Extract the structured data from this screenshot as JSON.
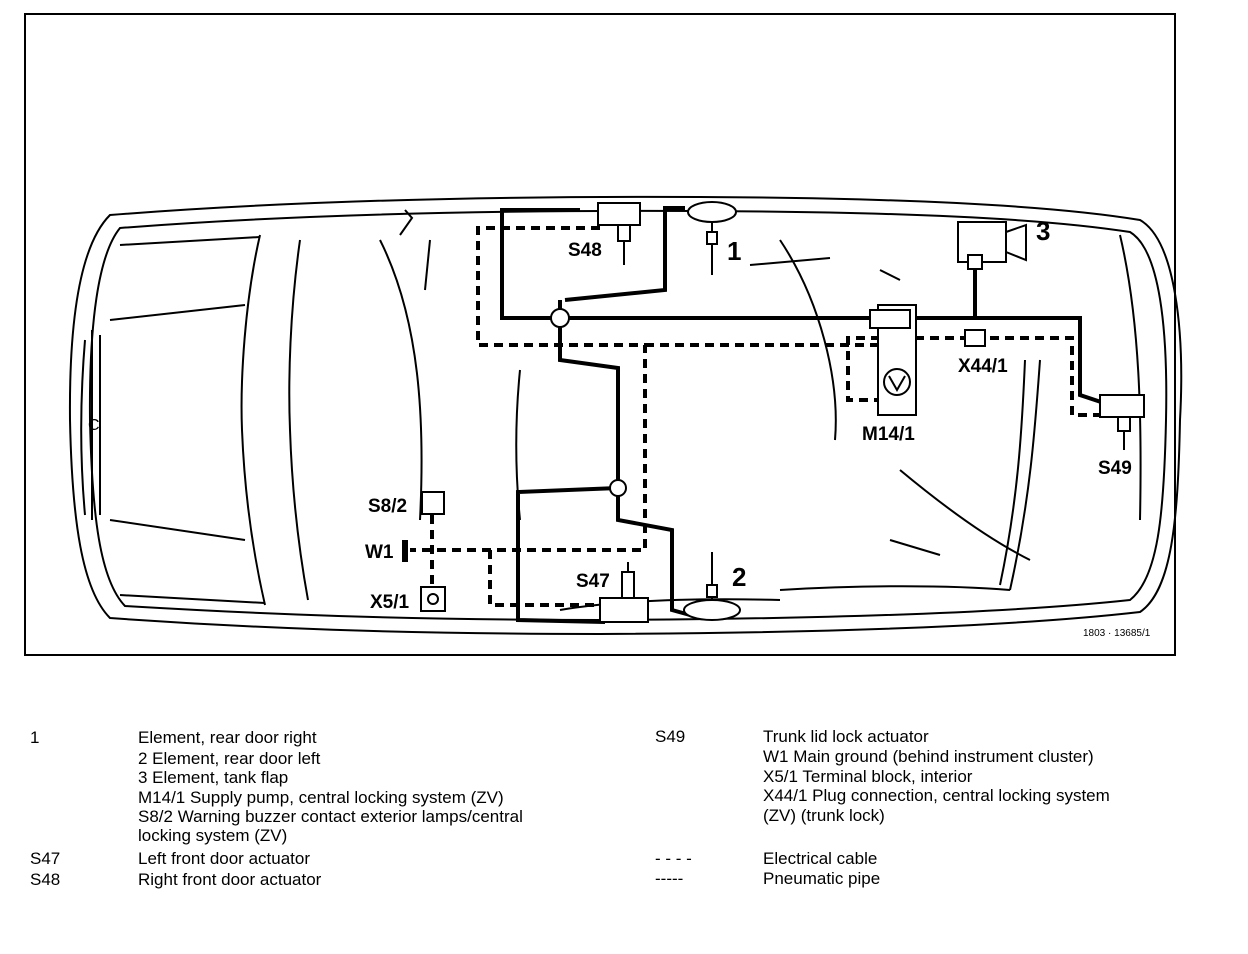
{
  "diagram": {
    "callouts": {
      "c1": "1",
      "c2": "2",
      "c3": "3",
      "s47": "S47",
      "s48": "S48",
      "s49": "S49",
      "s8_2": "S8/2",
      "w1": "W1",
      "x5_1": "X5/1",
      "m14_1": "M14/1",
      "x44_1": "X44/1"
    },
    "ref_number": "1803 · 13685/1"
  },
  "legend": {
    "left": [
      {
        "code": "1",
        "text": "Element, rear door right"
      },
      {
        "code": "",
        "text": "2    Element, rear door left"
      },
      {
        "code": "",
        "text": "3    Element, tank flap"
      },
      {
        "code": "",
        "text": "M14/1     Supply pump, central locking system (ZV)"
      },
      {
        "code": "",
        "text": "S8/2      Warning buzzer contact exterior lamps/central"
      },
      {
        "code": "",
        "text": "locking system (ZV)"
      },
      {
        "code": "S47",
        "text": "Left front door actuator"
      },
      {
        "code": "S48",
        "text": "Right front door actuator"
      }
    ],
    "right": [
      {
        "code": "S49",
        "text": "Trunk lid lock actuator"
      },
      {
        "code": "",
        "text": "W1 Main ground (behind instrument cluster)"
      },
      {
        "code": "",
        "text": "X5/1        Terminal block, interior"
      },
      {
        "code": "",
        "text": "X44/1      Plug connection, central locking system"
      },
      {
        "code": "",
        "text": "(ZV) (trunk lock)"
      },
      {
        "code": "- - - -",
        "text": "Electrical cable"
      },
      {
        "code": "-----",
        "text": "Pneumatic pipe"
      }
    ]
  }
}
